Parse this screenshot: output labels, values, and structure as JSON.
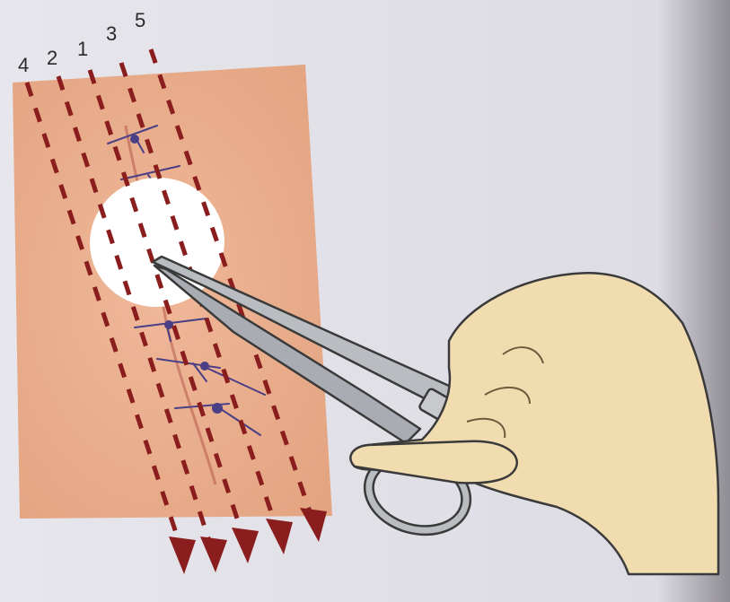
{
  "lanes": [
    {
      "label": "4"
    },
    {
      "label": "2"
    },
    {
      "label": "1"
    },
    {
      "label": "3"
    },
    {
      "label": "5"
    }
  ],
  "colors": {
    "background": "#e4e3ea",
    "skin": "#e9b08f",
    "dash": "#8a1d1d",
    "suture": "#4b3f86",
    "hand": "#f1dcb0",
    "instrument": "#b9bcc1",
    "outline": "#3a3a3a",
    "opening": "#ffffff"
  }
}
